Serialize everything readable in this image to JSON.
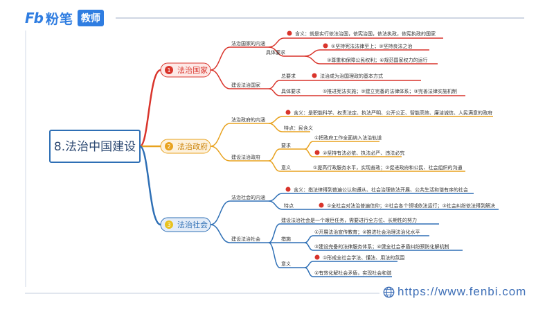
{
  "header": {
    "logo_mark": "Fb",
    "brand": "粉笔",
    "badge": "教师"
  },
  "footer": {
    "url": "https://www.fenbi.com"
  },
  "mindmap": {
    "root": "8.法治中国建设",
    "branches": [
      {
        "num": "1",
        "label": "法治国家",
        "color": "#d9342b",
        "sub": [
          {
            "label": "法治国家的内涵",
            "items": [
              "含义：就是实行依法治国，依宪治国，依法执政，依宪执政的国家"
            ]
          },
          {
            "label": "具体要求",
            "items": [
              "①坚持宪法法律至上；②坚持良法之治",
              "③尊重和保障公民权利；④规范国家权力的运行"
            ]
          },
          {
            "label": "建设法治国家",
            "items": []
          },
          {
            "label": "总要求",
            "items": [
              "法治成为治国理政的基本方式"
            ]
          },
          {
            "label": "具体要求",
            "items": [
              "①推进宪法实施；②建立完备的法律体系；③完善法律实施机制"
            ]
          }
        ]
      },
      {
        "num": "2",
        "label": "法治政府",
        "color": "#e8a21e",
        "sub": [
          {
            "label": "法治政府的内涵",
            "items": [
              "含义：是职能科学、权责法定、执法严明、公开公正、智能高效、廉洁诚信、人民满意的政府"
            ]
          },
          {
            "label": "特点：民含义",
            "items": []
          },
          {
            "label": "建设法治政府",
            "items": []
          },
          {
            "label": "要求",
            "items": [
              "①把政府工作全面纳入法治轨道",
              "②坚持有法必依、执法必严、违法必究"
            ]
          },
          {
            "label": "意义",
            "items": [
              "①提高行政服务水平，实现善政；②促进政府和公民、社会组织的沟通"
            ]
          }
        ]
      },
      {
        "num": "3",
        "label": "法治社会",
        "color": "#2e6fb5",
        "sub": [
          {
            "label": "法治社会的内涵",
            "items": [
              "含义：指法律得到普遍公认和遵从、社会治理依法开展、公共生活和谐有序的社会"
            ]
          },
          {
            "label": "特点",
            "items": [
              "①全社会对法治普遍信仰；②社会各个领域依法运行；③社会纠纷依法得到解决"
            ]
          },
          {
            "label": "建设法治社会",
            "items": [
              "建设法治社会是一个艰巨任务，需要进行全方位、长期性的努力"
            ]
          },
          {
            "label": "措施",
            "items": [
              "①开展法治宣传教育；②推进社会治理法治化水平",
              "③建设完备的法律服务体系；④健全社会矛盾纠纷预防化解机制"
            ]
          },
          {
            "label": "意义",
            "items": [
              "①形成全社会学法、懂法、用法的氛围",
              "②有效化解社会矛盾，实现社会和谐"
            ]
          }
        ]
      }
    ]
  },
  "colors": {
    "red": "#d9342b",
    "orange": "#e8a21e",
    "blue": "#2e6fb5",
    "root_border": "#2e6fb5",
    "accent": "#2f7de1"
  }
}
